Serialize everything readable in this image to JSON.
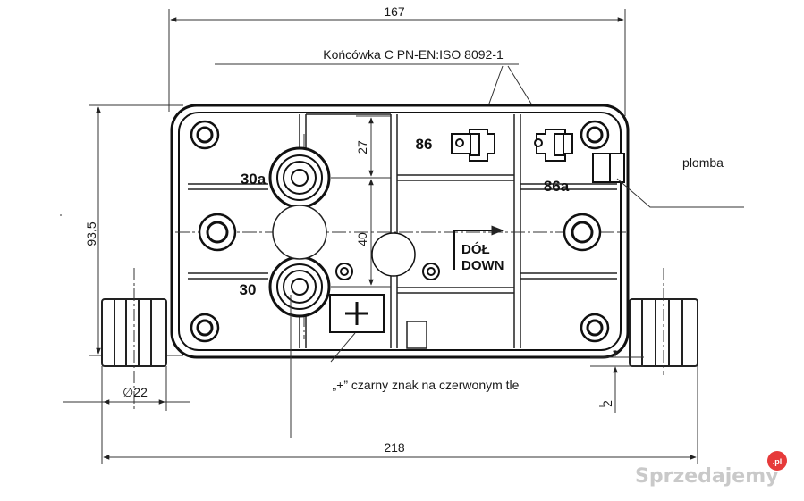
{
  "dimensions": {
    "width_top": "167",
    "width_bottom": "218",
    "height_left": "93,5",
    "dim_27": "27",
    "dim_40": "40",
    "diameter": "∅22",
    "dim_2": "2"
  },
  "labels": {
    "connector_spec": "Końcówka C PN-EN:ISO 8092-1",
    "seal": "plomba",
    "plus_note": "„+” czarny znak na czerwonym tle"
  },
  "terminals": {
    "t30a": "30a",
    "t30": "30",
    "t86": "86",
    "t86a": "86a"
  },
  "orientation": {
    "pl": "DÓŁ",
    "en": "DOWN"
  },
  "watermark": {
    "text": "Sprzedajemy",
    "suffix": ".pl"
  }
}
